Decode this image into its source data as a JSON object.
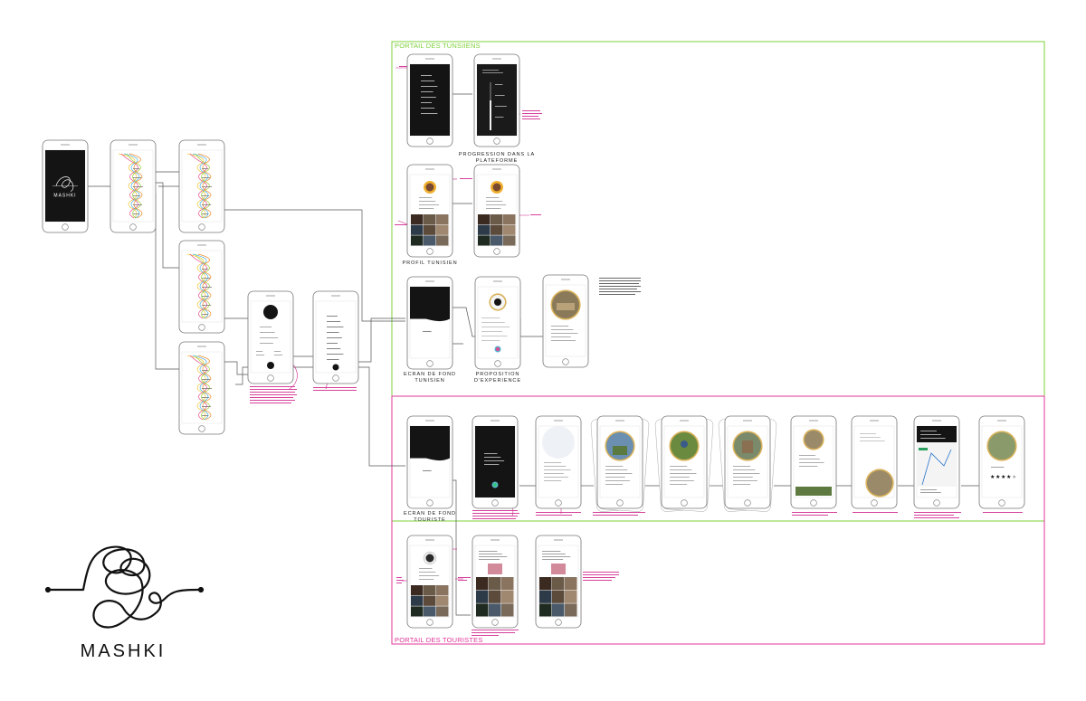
{
  "brand": {
    "name": "MASHKI",
    "splash_name": "MASHKI"
  },
  "portals": {
    "tunisians": {
      "label": "PORTAIL DES TUNSIIENS",
      "color": "#7dd13a"
    },
    "tourists": {
      "label": "PORTAIL DES TOURISTES",
      "color": "#e0369a"
    }
  },
  "captions": {
    "progression_1": "PROGRESSION DANS LA",
    "progression_2": "PLATEFORME",
    "profil_tunisien": "PROFIL TUNISIEN",
    "ecran_tunisien_1": "ECRAN DE FOND",
    "ecran_tunisien_2": "TUNISIEN",
    "proposition_1": "PROPOSITION",
    "proposition_2": "D'EXPERIENCE",
    "ecran_touriste_1": "ECRAN DE FOND",
    "ecran_touriste_2": "TOURISTE"
  },
  "colors": {
    "phone_stroke": "#777777",
    "screen_dark": "#141414",
    "connector": "#555555",
    "annotation": "#d0208a"
  }
}
